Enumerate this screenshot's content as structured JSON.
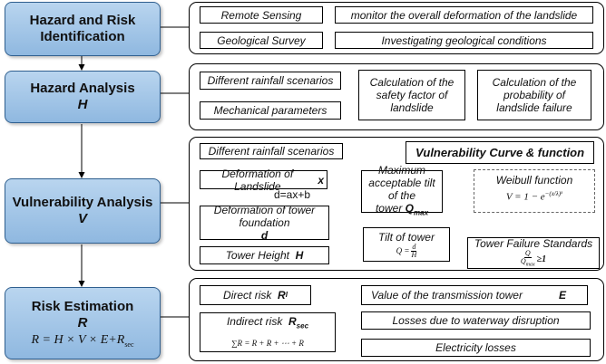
{
  "stages": {
    "hazard_risk": {
      "line1": "Hazard and Risk",
      "line2": "Identification"
    },
    "hazard_analysis": {
      "title": "Hazard Analysis",
      "symbol": "H"
    },
    "vulnerability": {
      "title": "Vulnerability Analysis",
      "symbol": "V"
    },
    "risk": {
      "title": "Risk Estimation",
      "symbol": "R",
      "formula": "R = H × V × E+R",
      "formula_sub": "sec"
    }
  },
  "identification": {
    "remote_sensing": "Remote Sensing",
    "monitor": "monitor the overall deformation of the landslide",
    "geological_survey": "Geological Survey",
    "investigating": "Investigating geological conditions"
  },
  "hazard": {
    "rainfall": "Different rainfall scenarios",
    "mechanical": "Mechanical parameters",
    "safety_factor": "Calculation of the safety factor of landslide",
    "probability": "Calculation of the probability of landslide failure"
  },
  "vulnerability": {
    "rainfall": "Different rainfall scenarios",
    "deformation_landslide": "Deformation of Landslide",
    "deformation_var": "x",
    "relation": "d=ax+b",
    "deformation_tower": "Deformation of tower foundation",
    "deformation_tower_var": "d",
    "tower_height": "Tower Height",
    "tower_height_var": "H",
    "max_tilt": "Maximum acceptable tilt of the tower",
    "max_tilt_var": "Q",
    "max_tilt_sub": "max",
    "tilt": "Tilt of tower",
    "tilt_formula_lhs": "Q =",
    "tilt_formula_num": "d",
    "tilt_formula_den": "H",
    "curve": "Vulnerability Curve & function",
    "weibull": "Weibull function",
    "weibull_formula": "V = 1 − e",
    "weibull_exp": "−(x/λ)ᵏ",
    "standards": "Tower Failure Standards",
    "standards_num": "Q",
    "standards_den": "Q",
    "standards_den_sub": "max",
    "standards_rel": "≥1"
  },
  "risk": {
    "direct": "Direct risk",
    "direct_var": "R",
    "direct_sub": "I",
    "value": "Value of the transmission tower",
    "value_var": "E",
    "indirect": "Indirect risk",
    "indirect_var": "R",
    "indirect_sub": "sec",
    "indirect_sum": "∑R",
    "indirect_sum_rest": "= R + R + ⋯ + R",
    "waterway": "Losses due to waterway disruption",
    "electricity": "Electricity losses"
  }
}
